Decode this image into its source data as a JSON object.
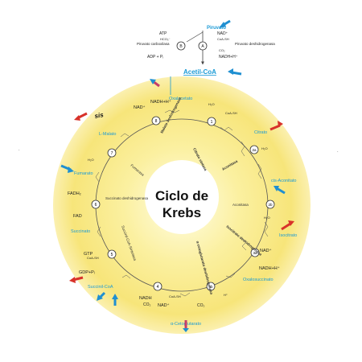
{
  "title": {
    "line1": "Ciclo de",
    "line2": "Krebs"
  },
  "top": {
    "pyruvate": "Piruvato",
    "atp": "ATP",
    "hco3": "HCO₃⁻",
    "adp_pi": "ADP + Pᵢ",
    "pyr_carboxylase": "Piruvato carboxilasa",
    "nad_plus": "NAD⁺",
    "coa_sh": "CoA-SH",
    "co2": "CO₂",
    "nadh_h": "NADH+H⁺",
    "pyr_dehydrogenase": "Piruvato deshidrogenasa",
    "acetyl_coa": "Acetil-CoA",
    "step_b": "B",
    "step_a": "A"
  },
  "metabolites": {
    "oxaloacetate": "Oxalacetato",
    "citrate": "Citrato",
    "cis_aconitate": "cis-Aconitato",
    "isocitrate": "Isocitrato",
    "oxalosuccinate": "Oxalosuccinato",
    "alpha_ketoglutarate": "α-Cetoglutarato",
    "succinyl_coa": "Succinil-CoA",
    "succinate": "Succinato",
    "fumarate": "Fumarato",
    "l_malate": "L-Malato"
  },
  "enzymes": {
    "citrate_synthase": "Citrato sintasa",
    "aconitase1": "Aconitasa",
    "aconitase2": "Aconitasa",
    "isocitrate_dh": "Isocitrato deshidrogenasa",
    "akg_dh": "α-cetoglutarato deshidrogenasa",
    "succinyl_coa_synthetase": "Succinil-CoA-Sintetasa",
    "succinate_dh": "Succinato deshidrogenasa",
    "fumarase": "Fumarasa",
    "malate_dh": "Malato deshidrogenasa",
    "side_left": "sis"
  },
  "cofactors": {
    "nad_1": "NAD⁺",
    "nadh_1": "NADH+H⁺",
    "nad_2": "NAD⁺",
    "nadh_2": "NADH+H⁺",
    "nad_3": "NAD⁺",
    "nadh_3": "NADH",
    "co2_1": "CO₂",
    "co2_2": "CO₂",
    "coash_1": "CoA-SH",
    "coash_2": "CoA-SH",
    "coash_3": "CoA-SH",
    "h2o_1": "H₂O",
    "h2o_2": "H₂O",
    "h2o_3": "H₂O",
    "h2o_4": "H₂O",
    "gtp": "GTP",
    "gdp_pi": "GDP+Pᵢ",
    "fadh2": "FADH₂",
    "fad": "FAD",
    "h_plus": "H⁺"
  },
  "steps": [
    "1",
    "2a",
    "2b",
    "3a",
    "3b",
    "4",
    "5",
    "6",
    "7",
    "8"
  ],
  "colors": {
    "ring_outer": "#fbf3a5",
    "ring_inner": "#f6e87a",
    "label_blue": "#1a9ad6",
    "arrow_blue": "#1f8fd1",
    "arrow_red": "#d8322a",
    "text_dark": "#222222"
  }
}
